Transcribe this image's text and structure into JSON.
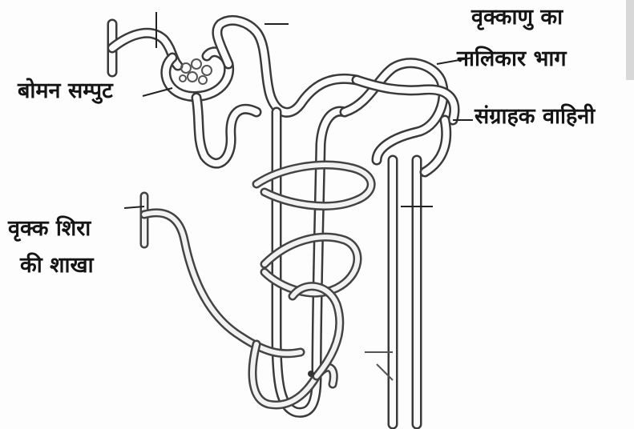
{
  "labels": {
    "nephron_tubule_line1": "वृक्काणु का",
    "nephron_tubule_line2": "नालिकार भाग",
    "bowman_capsule": "बोमन सम्पुट",
    "collecting_duct": "संग्राहक वाहिनी",
    "renal_vein_line1": "वृक्क शिरा",
    "renal_vein_line2": "की शाखा"
  },
  "colors": {
    "line": "#3a3a3a",
    "background": "#fdfdfd"
  }
}
